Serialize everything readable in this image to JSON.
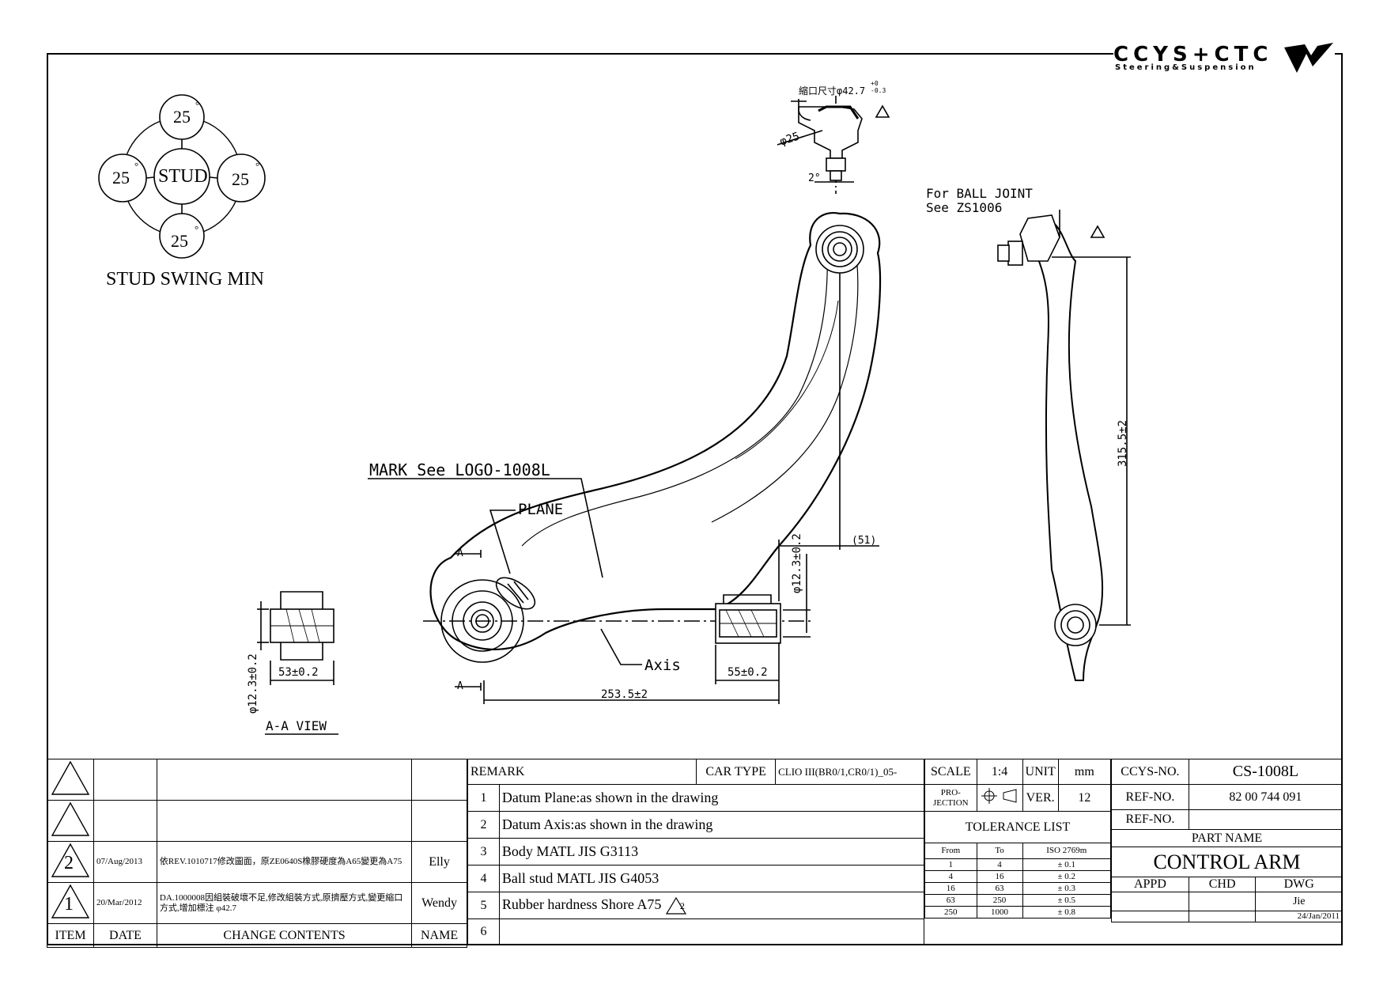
{
  "logo": {
    "brand": "CCYS+CTC",
    "sub": "Steering&Suspension"
  },
  "stud_swing": {
    "top": "25",
    "left": "25",
    "right": "25",
    "bottom": "25",
    "center": "STUD",
    "degree": "°",
    "caption": "STUD SWING MIN"
  },
  "annotations": {
    "shrink_dim": "縮口尺寸φ42.7",
    "shrink_tol_upper": "+0",
    "shrink_tol_lower": "-0.3",
    "stud_dia": "φ25",
    "angle": "2°",
    "ball_joint_line1": "For BALL JOINT",
    "ball_joint_line2": "See ZS1006",
    "mark": "MARK See LOGO-1008L",
    "plane": "PLANE",
    "axis": "Axis",
    "dim_51": "(51)",
    "dim_bush_dia": "φ12.3±0.2",
    "dim_55": "55±0.2",
    "dim_253": "253.5±2",
    "dim_315": "315.5±2",
    "section_a": "A",
    "aa_dim_53": "53±0.2",
    "aa_dim_dia": "φ12.3±0.2",
    "aa_title": "A-A VIEW"
  },
  "revisions": {
    "rows": [
      {
        "item": "",
        "date": "",
        "content": "",
        "name": ""
      },
      {
        "item": "",
        "date": "",
        "content": "",
        "name": ""
      },
      {
        "item": "2",
        "date": "07/Aug/2013",
        "content": "依REV.1010717修改圖面，原ZE0640S橡膠硬度為A65變更為A75",
        "name": "Elly"
      },
      {
        "item": "1",
        "date": "20/Mar/2012",
        "content": "DA.1000008因組裝破壞不足,修改組裝方式,原擠壓方式,變更縮口方式,增加標注 φ42.7",
        "name": "Wendy"
      }
    ],
    "headers": {
      "item": "ITEM",
      "date": "DATE",
      "content": "CHANGE CONTENTS",
      "name": "NAME"
    }
  },
  "remarks": {
    "title": "REMARK",
    "car_type_label": "CAR TYPE",
    "car_type": "CLIO III(BR0/1,CR0/1)_05-",
    "items": [
      {
        "no": "1",
        "text": "Datum Plane:as shown in the drawing"
      },
      {
        "no": "2",
        "text": "Datum Axis:as shown in the drawing"
      },
      {
        "no": "3",
        "text": "Body MATL JIS G3113"
      },
      {
        "no": "4",
        "text": "Ball stud MATL JIS G4053"
      },
      {
        "no": "5",
        "text": "Rubber hardness Shore A75"
      },
      {
        "no": "6",
        "text": ""
      }
    ],
    "rev_mark": "2"
  },
  "info": {
    "scale_label": "SCALE",
    "scale": "1:4",
    "unit_label": "UNIT",
    "unit": "mm",
    "projection_label": "PRO-JECTION",
    "ver_label": "VER.",
    "ver": "12",
    "tolerance_title": "TOLERANCE LIST",
    "tol_headers": {
      "from": "From",
      "to": "To",
      "std": "ISO 2769m"
    },
    "tolerances": [
      {
        "from": "1",
        "to": "4",
        "tol": "± 0.1"
      },
      {
        "from": "4",
        "to": "16",
        "tol": "± 0.2"
      },
      {
        "from": "16",
        "to": "63",
        "tol": "± 0.3"
      },
      {
        "from": "63",
        "to": "250",
        "tol": "± 0.5"
      },
      {
        "from": "250",
        "to": "1000",
        "tol": "± 0.8"
      }
    ],
    "ccys_no_label": "CCYS-NO.",
    "ccys_no": "CS-1008L",
    "ref_no_label": "REF-NO.",
    "ref_no": "82 00 744 091",
    "ref_no2_label": "REF-NO.",
    "ref_no2": "",
    "part_name_label": "PART NAME",
    "part_name": "CONTROL ARM",
    "appd": "APPD",
    "chd": "CHD",
    "dwg": "DWG",
    "drawer": "Jie",
    "date": "24/Jan/2011"
  }
}
